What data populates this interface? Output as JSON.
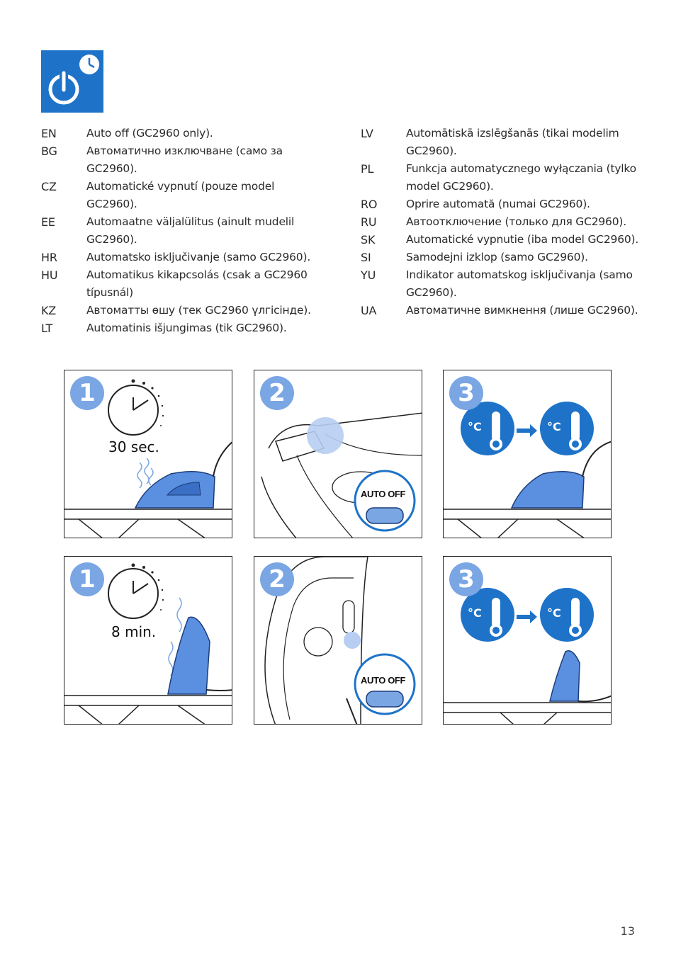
{
  "languages_left": [
    {
      "code": "EN",
      "text": "Auto off (GC2960 only)."
    },
    {
      "code": "BG",
      "text": "Автоматично изключване (само за GC2960)."
    },
    {
      "code": "CZ",
      "text": "Automatické vypnutí (pouze model GC2960)."
    },
    {
      "code": "EE",
      "text": "Automaatne väljalülitus (ainult mudelil GC2960)."
    },
    {
      "code": "HR",
      "text": "Automatsko isključivanje (samo GC2960)."
    },
    {
      "code": "HU",
      "text": "Automatikus kikapcsolás (csak a GC2960 típusnál)"
    },
    {
      "code": "KZ",
      "text": "Автоматты өшу (тек GC2960 үлгісінде)."
    },
    {
      "code": "LT",
      "text": "Automatinis išjungimas (tik GC2960)."
    }
  ],
  "languages_right": [
    {
      "code": "LV",
      "text": "Automātiskā izslēgšanās (tikai modelim GC2960)."
    },
    {
      "code": "PL",
      "text": "Funkcja automatycznego wyłączania (tylko model GC2960)."
    },
    {
      "code": "RO",
      "text": "Oprire automată (numai GC2960)."
    },
    {
      "code": "RU",
      "text": "Автоотключение (только для GC2960)."
    },
    {
      "code": "SK",
      "text": "Automatické vypnutie (iba model GC2960)."
    },
    {
      "code": "SI",
      "text": "Samodejni izklop (samo GC2960)."
    },
    {
      "code": "YU",
      "text": "Indikator automatskog isključivanja (samo GC2960)."
    },
    {
      "code": "UA",
      "text": "Автоматичне вимкнення (лише GC2960)."
    }
  ],
  "panels": {
    "row1": {
      "step1": "1",
      "timer": "30 sec.",
      "step2": "2",
      "auto_off": "AUTO OFF",
      "step3": "3",
      "deg_a": "°C",
      "deg_b": "°C"
    },
    "row2": {
      "step1": "1",
      "timer": "8 min.",
      "step2": "2",
      "auto_off": "AUTO OFF",
      "step3": "3",
      "deg_a": "°C",
      "deg_b": "°C"
    }
  },
  "page_number": "13",
  "colors": {
    "accent": "#1e73c8",
    "step_badge": "#7aa6e3",
    "iron": "#5b8fe0"
  }
}
